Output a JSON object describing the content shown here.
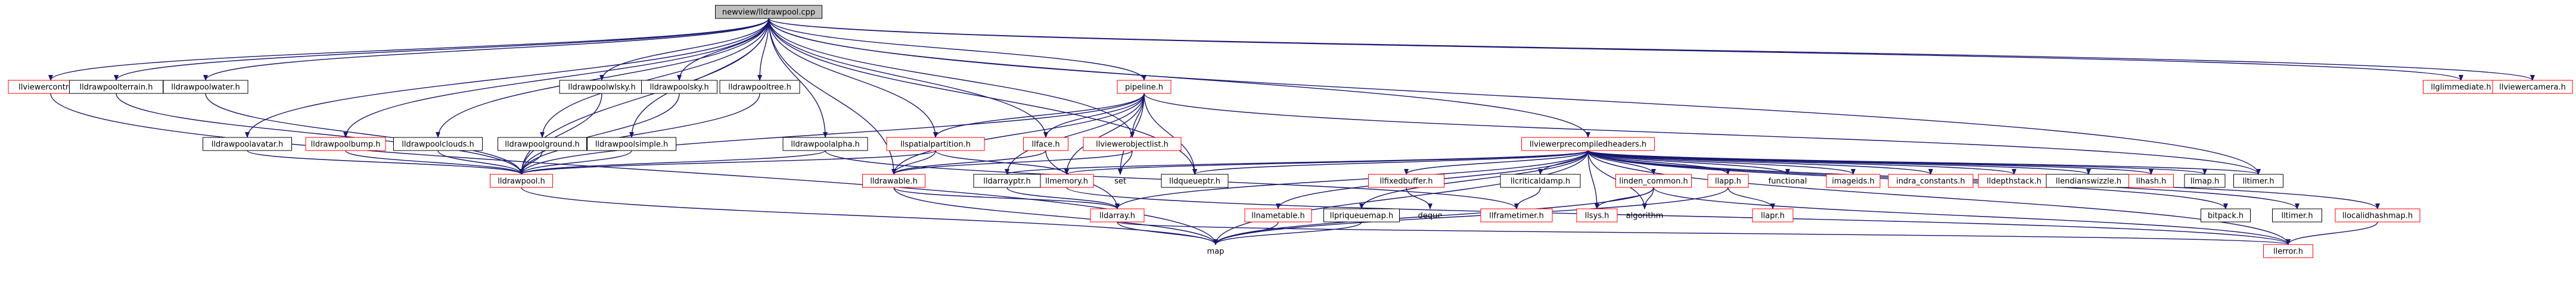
{
  "graph": {
    "colors": {
      "edge": "#191970",
      "red_border": "#ff0000",
      "root_fill": "#bfbfbf"
    },
    "nodes": [
      {
        "id": "root",
        "label": "newview/lldrawpool.cpp",
        "style": "root"
      },
      {
        "id": "llviewercontrol",
        "label": "llviewercontrol.h",
        "style": "red"
      },
      {
        "id": "lldrawpoolterrain",
        "label": "lldrawpoolterrain.h",
        "style": "black"
      },
      {
        "id": "lldrawpoolwater",
        "label": "lldrawpoolwater.h",
        "style": "black"
      },
      {
        "id": "lldrawpoolwlsky",
        "label": "lldrawpoolwlsky.h",
        "style": "black"
      },
      {
        "id": "lldrawpoolsky",
        "label": "lldrawpoolsky.h",
        "style": "black"
      },
      {
        "id": "lldrawpooltree",
        "label": "lldrawpooltree.h",
        "style": "black"
      },
      {
        "id": "pipeline",
        "label": "pipeline.h",
        "style": "red"
      },
      {
        "id": "llglimmediate",
        "label": "llglimmediate.h",
        "style": "red"
      },
      {
        "id": "llviewercamera",
        "label": "llviewercamera.h",
        "style": "red"
      },
      {
        "id": "lldrawpoolavatar",
        "label": "lldrawpoolavatar.h",
        "style": "black"
      },
      {
        "id": "lldrawpoolbump",
        "label": "lldrawpoolbump.h",
        "style": "red"
      },
      {
        "id": "lldrawpoolclouds",
        "label": "lldrawpoolclouds.h",
        "style": "black"
      },
      {
        "id": "lldrawpoolground",
        "label": "lldrawpoolground.h",
        "style": "black"
      },
      {
        "id": "lldrawpoolsimple",
        "label": "lldrawpoolsimple.h",
        "style": "black"
      },
      {
        "id": "lldrawpoolalpha",
        "label": "lldrawpoolalpha.h",
        "style": "black"
      },
      {
        "id": "llspatialpartition",
        "label": "llspatialpartition.h",
        "style": "red"
      },
      {
        "id": "llface",
        "label": "llface.h",
        "style": "red"
      },
      {
        "id": "llviewerobjectlist",
        "label": "llviewerobjectlist.h",
        "style": "red"
      },
      {
        "id": "llviewerprecompiledheaders",
        "label": "llviewerprecompiledheaders.h",
        "style": "red"
      },
      {
        "id": "lldrawpool",
        "label": "lldrawpool.h",
        "style": "red"
      },
      {
        "id": "lldrawable",
        "label": "lldrawable.h",
        "style": "red"
      },
      {
        "id": "llmemory",
        "label": "llmemory.h",
        "style": "red"
      },
      {
        "id": "lldarrayptr",
        "label": "lldarrayptr.h",
        "style": "black"
      },
      {
        "id": "set",
        "label": "set",
        "style": "noframe"
      },
      {
        "id": "lldqueueptr",
        "label": "lldqueueptr.h",
        "style": "black"
      },
      {
        "id": "llfixedbuffer",
        "label": "llfixedbuffer.h",
        "style": "red"
      },
      {
        "id": "llcriticaldamp",
        "label": "llcriticaldamp.h",
        "style": "black"
      },
      {
        "id": "linden_common",
        "label": "linden_common.h",
        "style": "red"
      },
      {
        "id": "llapp",
        "label": "llapp.h",
        "style": "red"
      },
      {
        "id": "functional",
        "label": "functional",
        "style": "noframe"
      },
      {
        "id": "imageids",
        "label": "imageids.h",
        "style": "red"
      },
      {
        "id": "indra_constants",
        "label": "indra_constants.h",
        "style": "red"
      },
      {
        "id": "lldepthstack",
        "label": "lldepthstack.h",
        "style": "red"
      },
      {
        "id": "llendianswizzle",
        "label": "llendianswizzle.h",
        "style": "black"
      },
      {
        "id": "llhash",
        "label": "llhash.h",
        "style": "red"
      },
      {
        "id": "llmap",
        "label": "llmap.h",
        "style": "black"
      },
      {
        "id": "lldarray",
        "label": "lldarray.h",
        "style": "red"
      },
      {
        "id": "llnametable",
        "label": "llnametable.h",
        "style": "red"
      },
      {
        "id": "llpriqueuemap",
        "label": "llpriqueuemap.h",
        "style": "black"
      },
      {
        "id": "deque",
        "label": "deque",
        "style": "noframe"
      },
      {
        "id": "llframetimer",
        "label": "llframetimer.h",
        "style": "red"
      },
      {
        "id": "llsys",
        "label": "llsys.h",
        "style": "red"
      },
      {
        "id": "algorithm",
        "label": "algorithm",
        "style": "noframe"
      },
      {
        "id": "llapr",
        "label": "llapr.h",
        "style": "red"
      },
      {
        "id": "bitpack",
        "label": "bitpack.h",
        "style": "black"
      },
      {
        "id": "lltimer",
        "label": "lltimer.h",
        "style": "black"
      },
      {
        "id": "llocalidhashmap",
        "label": "llocalidhashmap.h",
        "style": "red"
      },
      {
        "id": "lltimer2",
        "label": "lltimer.h",
        "style": "black"
      },
      {
        "id": "map",
        "label": "map",
        "style": "noframe"
      },
      {
        "id": "llerror",
        "label": "llerror.h",
        "style": "red"
      }
    ],
    "edges": [
      [
        "root",
        "llviewercontrol"
      ],
      [
        "root",
        "lldrawpoolterrain"
      ],
      [
        "root",
        "lldrawpoolwater"
      ],
      [
        "root",
        "lldrawpoolwlsky"
      ],
      [
        "root",
        "lldrawpoolsky"
      ],
      [
        "root",
        "lldrawpooltree"
      ],
      [
        "root",
        "pipeline"
      ],
      [
        "root",
        "llglimmediate"
      ],
      [
        "root",
        "llviewercamera"
      ],
      [
        "root",
        "lldrawpoolavatar"
      ],
      [
        "root",
        "lldrawpoolbump"
      ],
      [
        "root",
        "lldrawpoolclouds"
      ],
      [
        "root",
        "lldrawpoolground"
      ],
      [
        "root",
        "lldrawpoolsimple"
      ],
      [
        "root",
        "lldrawpoolalpha"
      ],
      [
        "root",
        "llspatialpartition"
      ],
      [
        "root",
        "llface"
      ],
      [
        "root",
        "llviewerobjectlist"
      ],
      [
        "root",
        "llviewerprecompiledheaders"
      ],
      [
        "root",
        "lldrawpool"
      ],
      [
        "root",
        "lldrawable"
      ],
      [
        "root",
        "lldqueueptr"
      ],
      [
        "root",
        "lltimer2"
      ],
      [
        "llviewercontrol",
        "map"
      ],
      [
        "lldrawpoolterrain",
        "lldrawpool"
      ],
      [
        "lldrawpoolwater",
        "lldrawpool"
      ],
      [
        "lldrawpoolwlsky",
        "lldrawpool"
      ],
      [
        "lldrawpoolsky",
        "lldrawpool"
      ],
      [
        "lldrawpooltree",
        "lldrawpool"
      ],
      [
        "lldrawpoolavatar",
        "lldrawpool"
      ],
      [
        "lldrawpoolbump",
        "lldrawpool"
      ],
      [
        "lldrawpoolclouds",
        "lldrawpool"
      ],
      [
        "lldrawpoolground",
        "lldrawpool"
      ],
      [
        "lldrawpoolsimple",
        "lldrawpool"
      ],
      [
        "lldrawpoolalpha",
        "lldrawpool"
      ],
      [
        "lldrawpoolalpha",
        "llframetimer"
      ],
      [
        "pipeline",
        "llspatialpartition"
      ],
      [
        "pipeline",
        "llface"
      ],
      [
        "pipeline",
        "llviewerobjectlist"
      ],
      [
        "pipeline",
        "lldrawpool"
      ],
      [
        "pipeline",
        "lldrawable"
      ],
      [
        "pipeline",
        "llmemory"
      ],
      [
        "pipeline",
        "set"
      ],
      [
        "pipeline",
        "lldarrayptr"
      ],
      [
        "pipeline",
        "lldqueueptr"
      ],
      [
        "pipeline",
        "lltimer2"
      ],
      [
        "llspatialpartition",
        "lldrawable"
      ],
      [
        "llspatialpartition",
        "llmemory"
      ],
      [
        "llspatialpartition",
        "lldrawpool"
      ],
      [
        "llface",
        "lldrawable"
      ],
      [
        "llface",
        "lldarray"
      ],
      [
        "llviewerobjectlist",
        "lldrawable"
      ],
      [
        "llviewerobjectlist",
        "set"
      ],
      [
        "llviewerprecompiledheaders",
        "lldarrayptr"
      ],
      [
        "llviewerprecompiledheaders",
        "lldqueueptr"
      ],
      [
        "llviewerprecompiledheaders",
        "llmemory"
      ],
      [
        "llviewerprecompiledheaders",
        "llfixedbuffer"
      ],
      [
        "llviewerprecompiledheaders",
        "llcriticaldamp"
      ],
      [
        "llviewerprecompiledheaders",
        "linden_common"
      ],
      [
        "llviewerprecompiledheaders",
        "llapp"
      ],
      [
        "llviewerprecompiledheaders",
        "functional"
      ],
      [
        "llviewerprecompiledheaders",
        "imageids"
      ],
      [
        "llviewerprecompiledheaders",
        "indra_constants"
      ],
      [
        "llviewerprecompiledheaders",
        "lldepthstack"
      ],
      [
        "llviewerprecompiledheaders",
        "llendianswizzle"
      ],
      [
        "llviewerprecompiledheaders",
        "llhash"
      ],
      [
        "llviewerprecompiledheaders",
        "llmap"
      ],
      [
        "llviewerprecompiledheaders",
        "lldarray"
      ],
      [
        "llviewerprecompiledheaders",
        "llnametable"
      ],
      [
        "llviewerprecompiledheaders",
        "llpriqueuemap"
      ],
      [
        "llviewerprecompiledheaders",
        "map"
      ],
      [
        "llviewerprecompiledheaders",
        "llsys"
      ],
      [
        "llviewerprecompiledheaders",
        "algorithm"
      ],
      [
        "llviewerprecompiledheaders",
        "bitpack"
      ],
      [
        "llviewerprecompiledheaders",
        "lltimer"
      ],
      [
        "llviewerprecompiledheaders",
        "llocalidhashmap"
      ],
      [
        "llviewerprecompiledheaders",
        "llerror"
      ],
      [
        "llviewerprecompiledheaders",
        "lltimer2"
      ],
      [
        "lldrawpool",
        "map"
      ],
      [
        "lldrawable",
        "map"
      ],
      [
        "lldrawable",
        "lldarray"
      ],
      [
        "lldarrayptr",
        "lldarray"
      ],
      [
        "llmemory",
        "llerror"
      ],
      [
        "llfixedbuffer",
        "deque"
      ],
      [
        "llcriticaldamp",
        "llframetimer"
      ],
      [
        "linden_common",
        "llsys"
      ],
      [
        "linden_common",
        "algorithm"
      ],
      [
        "linden_common",
        "map"
      ],
      [
        "linden_common",
        "llerror"
      ],
      [
        "llapp",
        "llapr"
      ],
      [
        "llapp",
        "map"
      ],
      [
        "llocalidhashmap",
        "llerror"
      ],
      [
        "lldarray",
        "llerror"
      ],
      [
        "lldarray",
        "map"
      ],
      [
        "llnametable",
        "map"
      ],
      [
        "llpriqueuemap",
        "map"
      ]
    ]
  }
}
